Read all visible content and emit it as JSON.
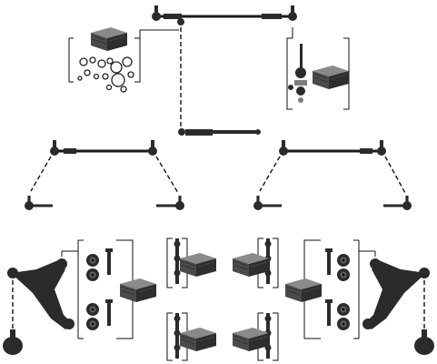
{
  "diagram": {
    "background": "#ffffff",
    "part_color": "#2b2b2b",
    "packaging_color": "#4a4a4a",
    "line_color": "#111111",
    "groups": [
      {
        "id": "center-tie-rod",
        "icon": "tie-rod-icon"
      },
      {
        "id": "seal-ring-kit",
        "icon": "ring-kit-icon"
      },
      {
        "id": "idler-arm-repair-kit",
        "icon": "repair-kit-icon"
      },
      {
        "id": "steering-damper",
        "icon": "damper-icon"
      },
      {
        "id": "left-side-tie-rod",
        "icon": "tie-rod-icon"
      },
      {
        "id": "right-side-tie-rod",
        "icon": "tie-rod-icon"
      },
      {
        "id": "left-control-arm-set",
        "icon": "control-arm-icon"
      },
      {
        "id": "right-control-arm-set",
        "icon": "control-arm-icon"
      },
      {
        "id": "stabilizer-link-kits",
        "icon": "bolt-kit-icon"
      }
    ]
  }
}
